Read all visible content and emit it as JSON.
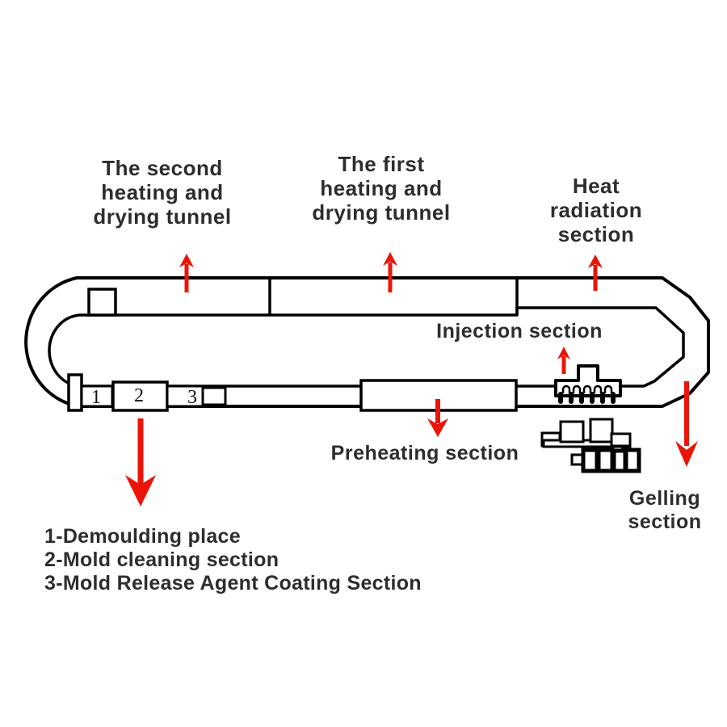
{
  "diagram": {
    "type": "process-flow",
    "subject": "slush-moulding conveyor loop line",
    "colors": {
      "line": "#000000",
      "arrow": "#ea1508",
      "text": "#2d2d2d",
      "background": "#ffffff"
    },
    "labels": {
      "second_tunnel": "The second\nheating and\ndrying tunnel",
      "first_tunnel": "The first\nheating and\ndrying tunnel",
      "heat_radiation": "Heat radiation\nsection",
      "injection": "Injection section",
      "preheating": "Preheating section",
      "gelling": "Gelling\nsection"
    },
    "stations": [
      {
        "num": "1"
      },
      {
        "num": "2"
      },
      {
        "num": "3"
      }
    ],
    "legend": {
      "items": [
        "1-Demoulding place",
        "2-Mold cleaning section",
        "3-Mold Release Agent Coating Section"
      ]
    },
    "icons": [
      "up-arrow-icon",
      "down-arrow-icon",
      "injection-mold-icon",
      "mold-carrier-icon"
    ]
  }
}
